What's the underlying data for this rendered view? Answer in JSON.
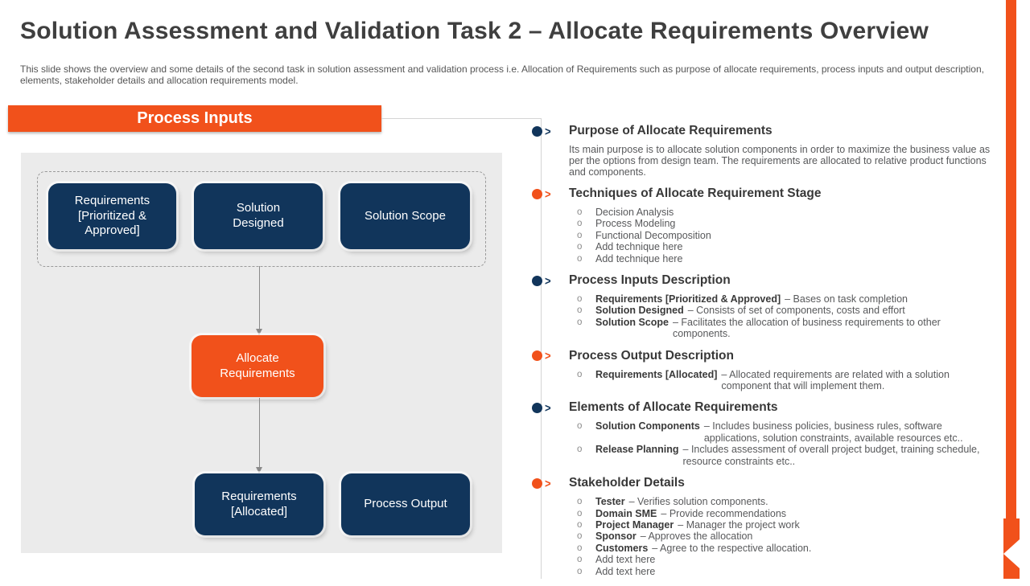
{
  "slide": {
    "title": "Solution Assessment and Validation Task 2 – Allocate Requirements Overview",
    "subtitle": "This slide shows the overview and some details of the second task in solution assessment and validation process i.e. Allocation of Requirements such as purpose of allocate requirements, process inputs and output description, elements, stakeholder details and allocation requirements model."
  },
  "colors": {
    "accent_orange": "#F1511B",
    "accent_navy": "#11355B",
    "panel_gray": "#EBEBEB",
    "heading_text": "#383838",
    "body_text": "#58595B"
  },
  "markers": {
    "chevron": ">",
    "item_marker": "o"
  },
  "diagram": {
    "banner_label": "Process Inputs",
    "input_boxes": [
      "Requirements [Prioritized & Approved]",
      "Solution Designed",
      "Solution Scope"
    ],
    "center_box": "Allocate Requirements",
    "output_boxes": [
      "Requirements [Allocated]",
      "Process Output"
    ]
  },
  "right_column": {
    "sections": [
      {
        "title": "Purpose of Allocate Requirements",
        "bullet_color": "navy",
        "paragraph": "Its main purpose is to allocate solution components in order to maximize the business value as per the options from design team. The requirements are allocated to relative product functions and components."
      },
      {
        "title": "Techniques of Allocate Requirement Stage",
        "bullet_color": "orange",
        "items": [
          {
            "text": "Decision Analysis"
          },
          {
            "text": "Process Modeling"
          },
          {
            "text": "Functional Decomposition"
          },
          {
            "text": "Add technique here"
          },
          {
            "text": "Add technique here"
          }
        ]
      },
      {
        "title": "Process Inputs Description",
        "bullet_color": "navy",
        "items": [
          {
            "bold": "Requirements [Prioritized & Approved]",
            "text": "– Bases on task completion"
          },
          {
            "bold": "Solution Designed",
            "text": "– Consists of set of components, costs and effort"
          },
          {
            "bold": "Solution Scope",
            "text": "– Facilitates the allocation of business requirements to other components."
          }
        ]
      },
      {
        "title": "Process Output Description",
        "bullet_color": "orange",
        "items": [
          {
            "bold": "Requirements [Allocated]",
            "text": "– Allocated requirements are related with a solution component that will implement them."
          }
        ]
      },
      {
        "title": "Elements of Allocate Requirements",
        "bullet_color": "navy",
        "items": [
          {
            "bold": "Solution Components",
            "text": "– Includes business policies, business rules, software applications, solution constraints, available resources etc.."
          },
          {
            "bold": "Release Planning",
            "text": "– Includes assessment of overall project budget, training schedule, resource constraints etc.."
          }
        ]
      },
      {
        "title": "Stakeholder Details",
        "bullet_color": "orange",
        "items": [
          {
            "bold": "Tester",
            "text": "– Verifies solution components."
          },
          {
            "bold": "Domain SME",
            "text": "– Provide recommendations"
          },
          {
            "bold": "Project Manager",
            "text": "– Manager the project work"
          },
          {
            "bold": "Sponsor",
            "text": "– Approves the allocation"
          },
          {
            "bold": "Customers",
            "text": "– Agree to the respective allocation."
          },
          {
            "text": "Add text here"
          },
          {
            "text": "Add text here"
          }
        ]
      }
    ]
  }
}
